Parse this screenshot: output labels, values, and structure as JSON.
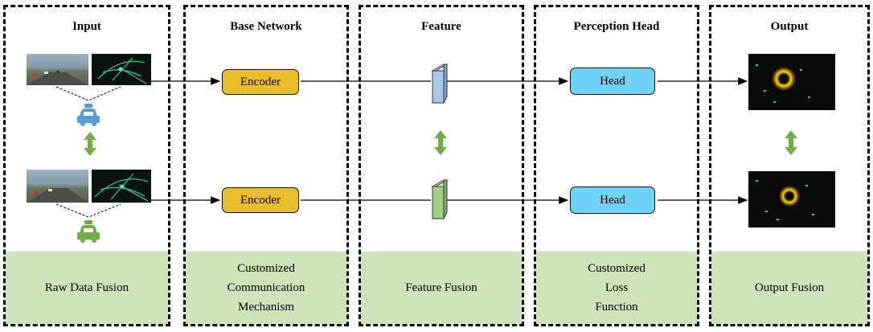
{
  "columns": [
    {
      "title": "Input",
      "footer": "Raw Data Fusion"
    },
    {
      "title": "Base Network",
      "footer": "Customized\nCommunication\nMechanism"
    },
    {
      "title": "Feature",
      "footer": "Feature Fusion"
    },
    {
      "title": "Perception Head",
      "footer": "Customized\nLoss\nFunction"
    },
    {
      "title": "Output",
      "footer": "Output Fusion"
    }
  ],
  "blocks": {
    "encoder_label": "Encoder",
    "head_label": "Head"
  },
  "colors": {
    "footer_bg": "#cfe3b9",
    "encoder": "#e8be2b",
    "head": "#6fd3f7",
    "feature_top": "#a9c8e8",
    "feature_bottom": "#9fcf86",
    "car_top": "#5b9bd5",
    "car_bottom": "#70ad47",
    "arrow_double": "#70ad47"
  },
  "icons": [
    "camera-image-icon",
    "lidar-image-icon",
    "car-icon",
    "double-arrow-icon",
    "feature-map-icon",
    "bev-output-icon"
  ]
}
